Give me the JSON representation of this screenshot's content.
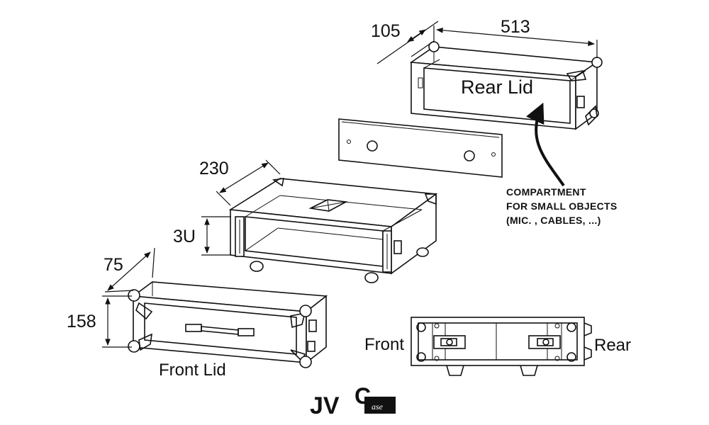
{
  "dimensions": {
    "rear_depth": "105",
    "width": "513",
    "body_depth": "230",
    "height_units": "3U",
    "front_depth": "75",
    "front_height": "158"
  },
  "labels": {
    "rear_lid": "Rear Lid",
    "front_lid": "Front Lid",
    "front": "Front",
    "rear": "Rear"
  },
  "note": {
    "line1": "COMPARTMENT",
    "line2": "FOR SMALL OBJECTS",
    "line3": "(MIC. , CABLES, ...)"
  },
  "logo": {
    "main": "JV",
    "big_letter": "C",
    "small": "ase"
  },
  "colors": {
    "ink": "#111111",
    "paper": "#ffffff"
  }
}
